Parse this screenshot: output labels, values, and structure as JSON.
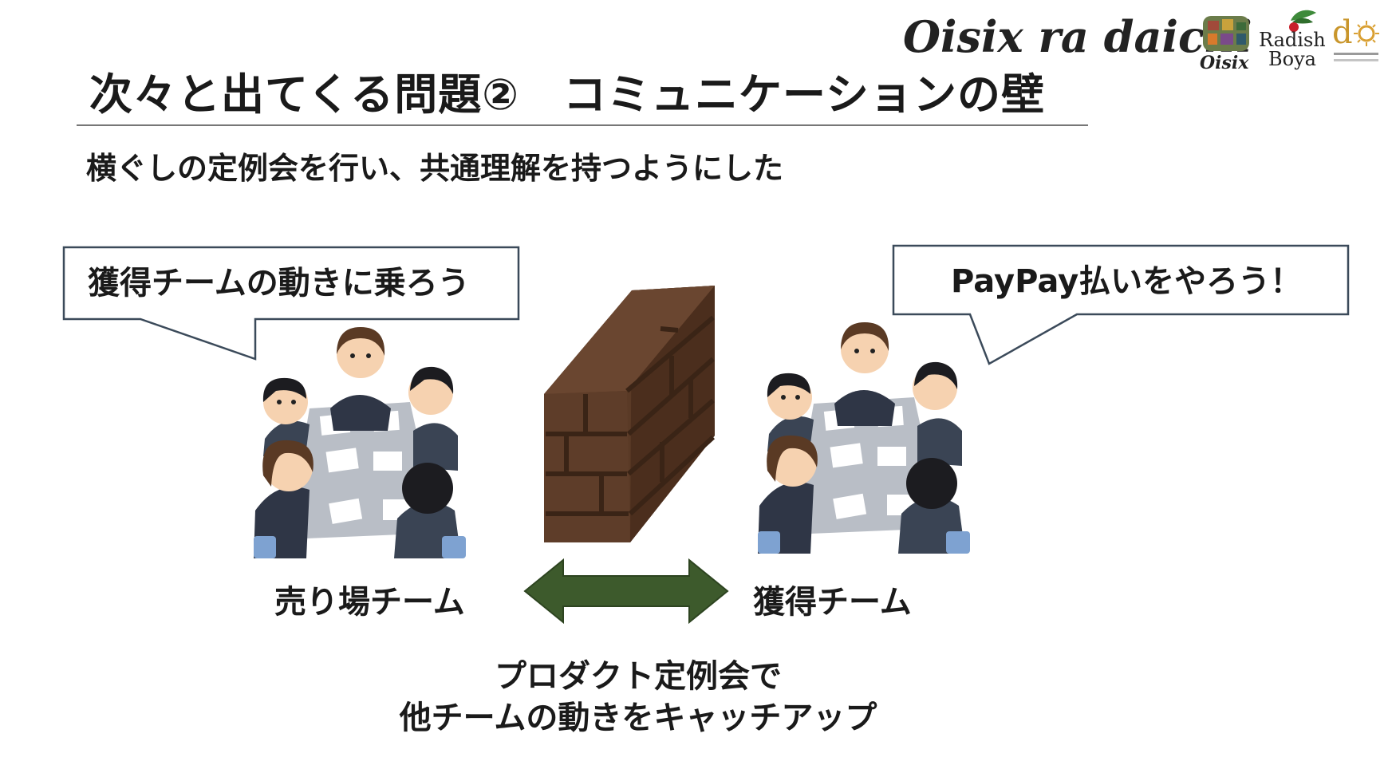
{
  "header": {
    "brand": "Oisix ra daichi",
    "logos": {
      "oisix": "Oisix",
      "radish": "Radish",
      "boya": "Boya"
    }
  },
  "slide": {
    "title": "次々と出てくる問題②　コミュニケーションの壁",
    "subtitle": "横ぐしの定例会を行い、共通理解を持つようにした"
  },
  "left": {
    "bubble": "獲得チームの動きに乗ろう",
    "label": "売り場チーム"
  },
  "right": {
    "bubble": "PayPay払いをやろう！",
    "label": "獲得チーム"
  },
  "caption": {
    "line1": "プロダクト定例会で",
    "line2": "他チームの動きをキャッチアップ"
  },
  "colors": {
    "arrow": "#3d5a2c",
    "wall": "#5a3a26",
    "bubble_border": "#3b4a5a"
  },
  "icons": [
    "meeting-illustration",
    "brick-wall-illustration",
    "double-arrow-icon",
    "leaf-logo-icon",
    "sun-logo-icon"
  ]
}
